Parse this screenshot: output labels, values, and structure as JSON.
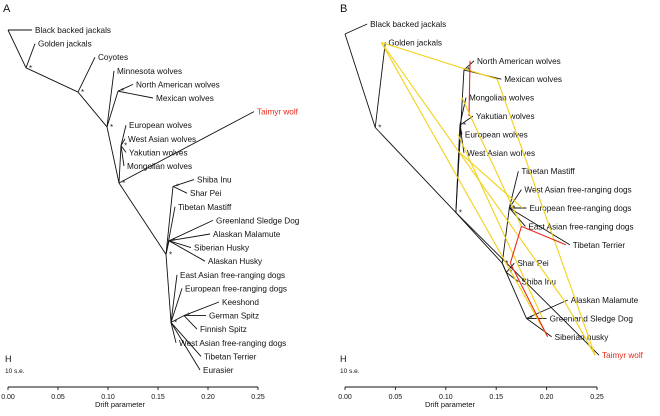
{
  "colors": {
    "branch": "#111111",
    "highlight": "#e8291c",
    "mig_weak": "#f2d21a",
    "mig_strong": "#e8291c"
  },
  "chart_data": [
    {
      "panel": "A",
      "type": "tree",
      "xlabel": "Drift parameter",
      "xlim": [
        0.0,
        0.25
      ],
      "xticks": [
        "0.00",
        "0.05",
        "0.10",
        "0.15",
        "0.20",
        "0.25"
      ],
      "scale_label": "10 s.e.",
      "key_label": "H",
      "tips": [
        {
          "name": "Black backed jackals",
          "x": 0.024
        },
        {
          "name": "Golden jackals",
          "x": 0.027
        },
        {
          "name": "Coyotes",
          "x": 0.087
        },
        {
          "name": "Minnesota wolves",
          "x": 0.106
        },
        {
          "name": "North American wolves",
          "x": 0.125
        },
        {
          "name": "Mexican wolves",
          "x": 0.145
        },
        {
          "name": "Taimyr wolf",
          "x": 0.246,
          "highlight": true
        },
        {
          "name": "European wolves",
          "x": 0.118
        },
        {
          "name": "West Asian wolves",
          "x": 0.117
        },
        {
          "name": "Yakutian wolves",
          "x": 0.118
        },
        {
          "name": "Mongolian wolves",
          "x": 0.116
        },
        {
          "name": "Shiba Inu",
          "x": 0.186
        },
        {
          "name": "Shar Pei",
          "x": 0.179
        },
        {
          "name": "Tibetan Mastiff",
          "x": 0.167
        },
        {
          "name": "Greenland Sledge Dog",
          "x": 0.205
        },
        {
          "name": "Alaskan Malamute",
          "x": 0.202
        },
        {
          "name": "Siberian Husky",
          "x": 0.183
        },
        {
          "name": "Alaskan Husky",
          "x": 0.197
        },
        {
          "name": "East Asian free-ranging dogs",
          "x": 0.169
        },
        {
          "name": "European free-ranging dogs",
          "x": 0.174
        },
        {
          "name": "Keeshond",
          "x": 0.211
        },
        {
          "name": "German Spitz",
          "x": 0.198
        },
        {
          "name": "Finnish Spitz",
          "x": 0.189
        },
        {
          "name": "West Asian free-ranging dogs",
          "x": 0.168
        },
        {
          "name": "Tibetan Terrier",
          "x": 0.193
        },
        {
          "name": "Eurasier",
          "x": 0.192
        }
      ]
    },
    {
      "panel": "B",
      "type": "tree",
      "xlabel": "Drift parameter",
      "xlim": [
        0.0,
        0.25
      ],
      "xticks": [
        "0.00",
        "0.05",
        "0.10",
        "0.15",
        "0.20",
        "0.25"
      ],
      "scale_label": "10 s.e.",
      "key_label": "H",
      "tips": [
        {
          "name": "Black backed jackals",
          "x": 0.022
        },
        {
          "name": "Golden jackals",
          "x": 0.04
        },
        {
          "name": "North American wolves",
          "x": 0.128
        },
        {
          "name": "Mexican wolves",
          "x": 0.155
        },
        {
          "name": "Mongolian wolves",
          "x": 0.12
        },
        {
          "name": "Yakutian wolves",
          "x": 0.127
        },
        {
          "name": "European wolves",
          "x": 0.116
        },
        {
          "name": "West Asian wolves",
          "x": 0.118
        },
        {
          "name": "Tibetan Mastiff",
          "x": 0.172
        },
        {
          "name": "West Asian free-ranging dogs",
          "x": 0.175
        },
        {
          "name": "European free-ranging dogs",
          "x": 0.18
        },
        {
          "name": "East Asian free-ranging dogs",
          "x": 0.179
        },
        {
          "name": "Tibetan Terrier",
          "x": 0.223
        },
        {
          "name": "Shar Pei",
          "x": 0.168
        },
        {
          "name": "Shiba Inu",
          "x": 0.172
        },
        {
          "name": "Alaskan Malamute",
          "x": 0.221
        },
        {
          "name": "Greenland Sledge Dog",
          "x": 0.2
        },
        {
          "name": "Siberian husky",
          "x": 0.205
        },
        {
          "name": "Taimyr wolf",
          "x": 0.252,
          "highlight": true
        }
      ],
      "migration_edges": [
        {
          "from": "Golden jackals",
          "to": "Mexican wolves",
          "weight": "weak"
        },
        {
          "from": "Golden jackals",
          "to": "Alaskan Malamute",
          "weight": "weak"
        },
        {
          "from": "Golden jackals",
          "to": "Siberian husky",
          "weight": "weak"
        },
        {
          "from": "North American wolves",
          "to": "Yakutian wolves",
          "weight": "strong"
        },
        {
          "from": "Mexican wolves",
          "to": "Taimyr wolf",
          "weight": "weak"
        },
        {
          "from": "Mongolian wolves",
          "to": "East Asian free-ranging dogs",
          "weight": "weak"
        },
        {
          "from": "European wolves",
          "to": "Greenland Sledge Dog",
          "weight": "weak"
        },
        {
          "from": "West Asian wolves",
          "to": "European free-ranging dogs",
          "weight": "weak"
        },
        {
          "from": "Tibetan Terrier",
          "to": "East Asian free-ranging dogs",
          "weight": "strong"
        },
        {
          "from": "East Asian free-ranging dogs",
          "to": "Shar Pei",
          "weight": "strong"
        },
        {
          "from": "Shar Pei",
          "to": "Siberian husky",
          "weight": "strong"
        },
        {
          "from": "Alaskan Malamute",
          "to": "Taimyr wolf",
          "weight": "weak"
        }
      ]
    }
  ]
}
